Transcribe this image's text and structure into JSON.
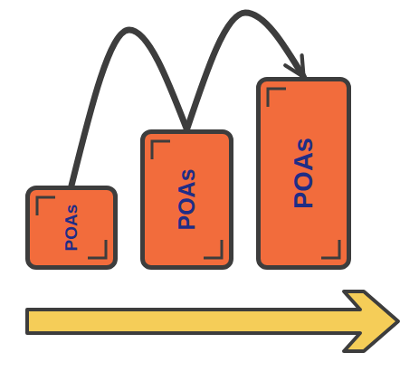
{
  "diagram": {
    "nodes": [
      {
        "text": [
          "POAs"
        ]
      },
      {
        "text": [
          "POAs"
        ]
      },
      {
        "text": [
          "POAs"
        ]
      }
    ],
    "edges": [
      {
        "from": 0,
        "to": 1,
        "arrow": "none"
      },
      {
        "from": 1,
        "to": 2,
        "arrow": "to"
      }
    ]
  }
}
